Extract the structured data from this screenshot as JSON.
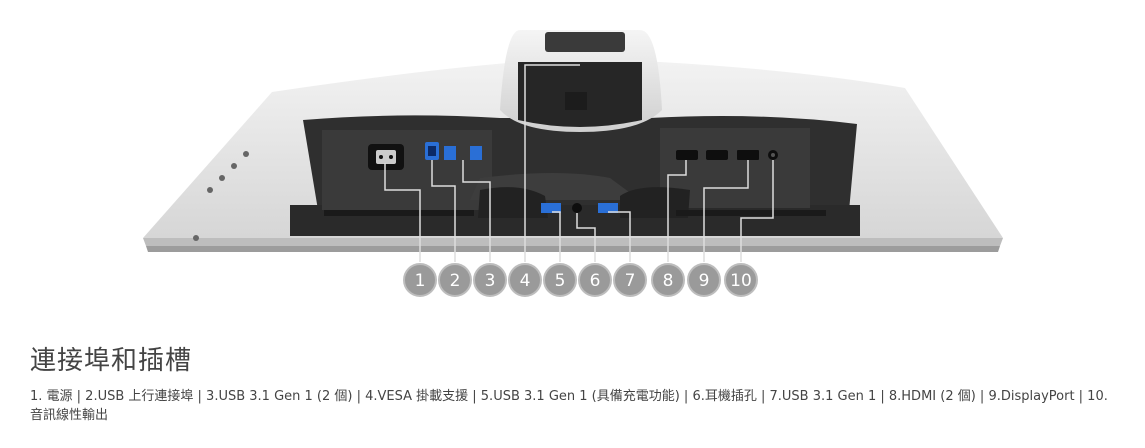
{
  "section": {
    "title": "連接埠和插槽",
    "description": "1. 電源 | 2.USB 上行連接埠 | 3.USB 3.1 Gen 1 (2 個) | 4.VESA 掛載支援 | 5.USB 3.1 Gen 1 (具備充電功能) | 6.耳機插孔 | 7.USB 3.1 Gen 1 | 8.HDMI (2 個) | 9.DisplayPort | 10.音訊線性輸出"
  },
  "callouts": [
    {
      "number": "1"
    },
    {
      "number": "2"
    },
    {
      "number": "3"
    },
    {
      "number": "4"
    },
    {
      "number": "5"
    },
    {
      "number": "6"
    },
    {
      "number": "7"
    },
    {
      "number": "8"
    },
    {
      "number": "9"
    },
    {
      "number": "10"
    }
  ],
  "colors": {
    "callout_fill": "#9a9a9a",
    "monitor_shell": "#e4e4e4",
    "port_panel": "#2b2b2b",
    "usb_blue": "#2a6fd6"
  }
}
